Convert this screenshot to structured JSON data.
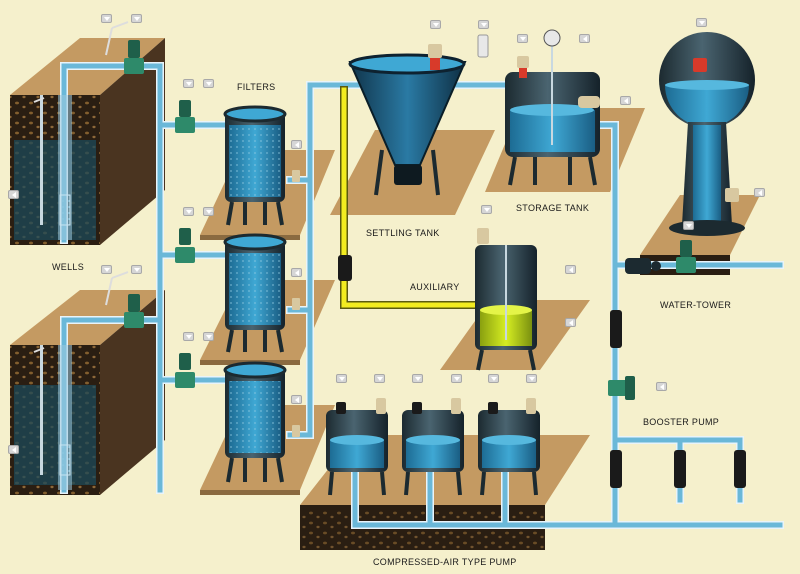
{
  "labels": {
    "filters": "FILTERS",
    "wells": "WELLS",
    "settling_tank": "SETTLING TANK",
    "storage_tank": "STORAGE TANK",
    "auxiliary": "AUXILIARY",
    "water_tower": "WATER-TOWER",
    "booster_pump": "BOOSTER PUMP",
    "compressed_air_pump": "COMPRESSED-AIR TYPE PUMP"
  },
  "colors": {
    "background": "#f5f0cc",
    "pipe": "#6ab8d8",
    "pipe_outline": "#e8f4fa",
    "water": "#3a9ec8",
    "tank_dark": "#1a3a4a",
    "ground": "#c49a62",
    "ground_dark": "#2a1e12",
    "yellow_pipe": "#f2ec20",
    "aux_liquid": "#c8e010",
    "valve_green": "#2e8a6a",
    "sensor_red": "#d83a2a",
    "sensor_tan": "#d8c8a0"
  }
}
